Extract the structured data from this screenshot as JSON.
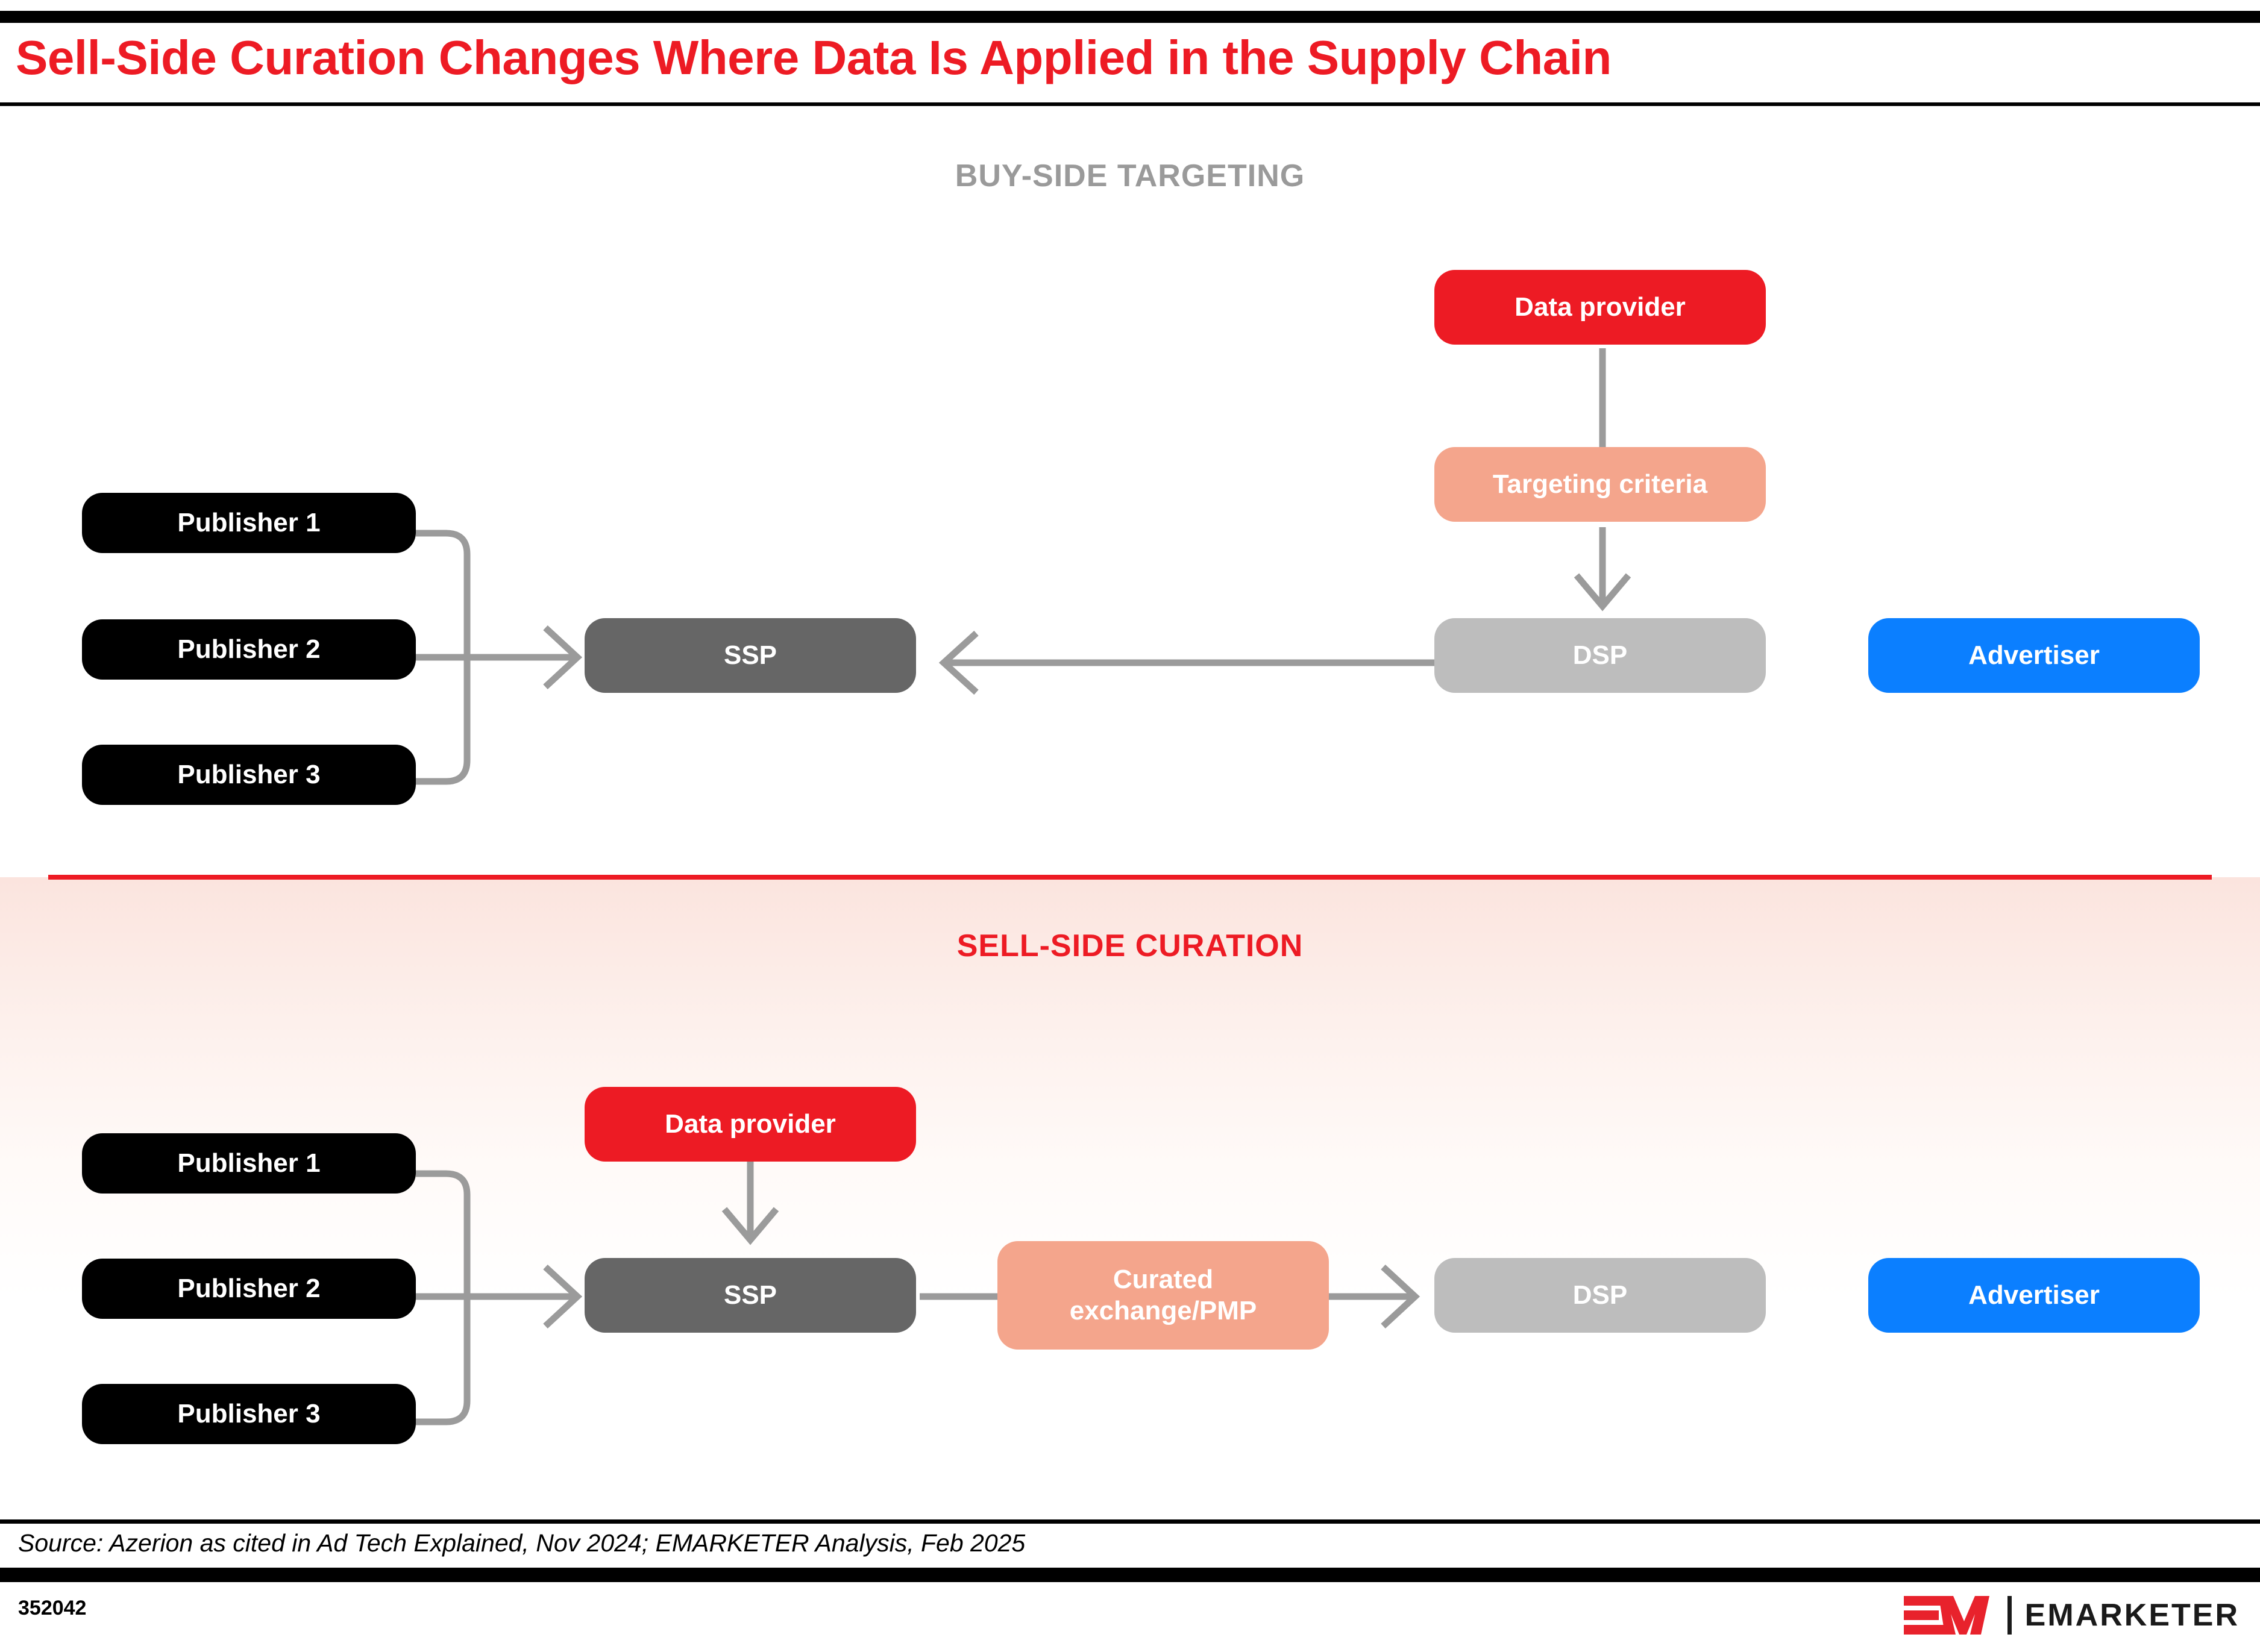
{
  "header": {
    "title": "Sell-Side Curation Changes Where Data Is Applied in the Supply Chain"
  },
  "sections": {
    "buyside": {
      "heading": "BUY-SIDE TARGETING",
      "nodes": {
        "publisher1": "Publisher 1",
        "publisher2": "Publisher 2",
        "publisher3": "Publisher 3",
        "ssp": "SSP",
        "data_provider": "Data provider",
        "targeting_criteria": "Targeting criteria",
        "dsp": "DSP",
        "advertiser": "Advertiser"
      }
    },
    "sellside": {
      "heading": "SELL-SIDE CURATION",
      "nodes": {
        "publisher1": "Publisher 1",
        "publisher2": "Publisher 2",
        "publisher3": "Publisher 3",
        "data_provider": "Data provider",
        "ssp": "SSP",
        "curated_line1": "Curated",
        "curated_line2": "exchange/PMP",
        "dsp": "DSP",
        "advertiser": "Advertiser"
      }
    }
  },
  "footer": {
    "source": "Source: Azerion as cited in Ad Tech Explained, Nov 2024; EMARKETER Analysis, Feb 2025",
    "chart_id": "352042",
    "brand": "EMARKETER"
  },
  "colors": {
    "brand_red": "#ED1B24",
    "salmon": "#F4A58C",
    "ssp_gray": "#666666",
    "dsp_gray": "#BDBDBD",
    "advertiser_blue": "#0B7FFF",
    "publisher_black": "#000000",
    "wire_gray": "#959595",
    "heading_gray": "#9A9A9A"
  }
}
